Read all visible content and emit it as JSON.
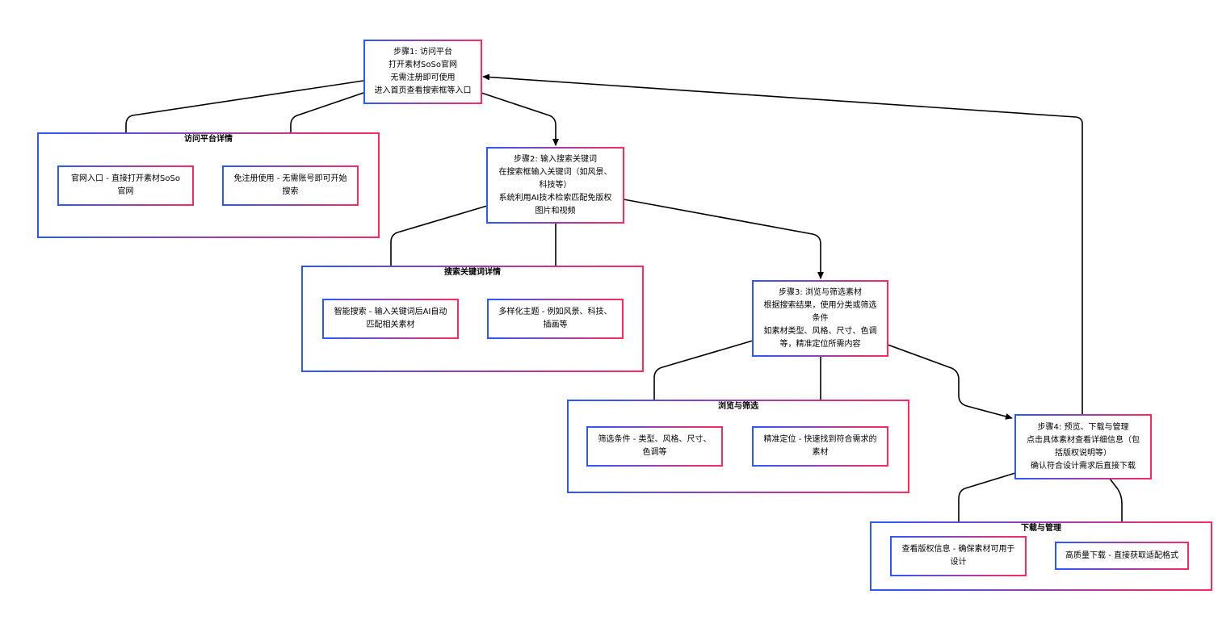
{
  "steps": {
    "step1": [
      "步骤1: 访问平台",
      "打开素材SoSo官网",
      "无需注册即可使用",
      "进入首页查看搜索框等入口"
    ],
    "step2": [
      "步骤2: 输入搜索关键词",
      "在搜索框输入关键词（如风景、",
      "科技等）",
      "系统利用AI技术检索匹配免版权",
      "图片和视频"
    ],
    "step3": [
      "步骤3: 浏览与筛选素材",
      "根据搜索结果，使用分类或筛选",
      "条件",
      "如素材类型、风格、尺寸、色调",
      "等，精准定位所需内容"
    ],
    "step4": [
      "步骤4: 预览、下载与管理",
      "点击具体素材查看详细信息（包",
      "括版权说明等）",
      "确认符合设计需求后直接下载"
    ]
  },
  "groups": {
    "g1": {
      "title": "访问平台详情",
      "items": [
        [
          "官网入口 - 直接打开素材SoSo",
          "官网"
        ],
        [
          "免注册使用 - 无需账号即可开始",
          "搜索"
        ]
      ]
    },
    "g2": {
      "title": "搜索关键词详情",
      "items": [
        [
          "智能搜索 - 输入关键词后AI自动",
          "匹配相关素材"
        ],
        [
          "多样化主题 - 例如风景、科技、",
          "插画等"
        ]
      ]
    },
    "g3": {
      "title": "浏览与筛选",
      "items": [
        [
          "筛选条件 - 类型、风格、尺寸、",
          "色调等"
        ],
        [
          "精准定位 - 快速找到符合需求的",
          "素材"
        ]
      ]
    },
    "g4": {
      "title": "下载与管理",
      "items": [
        [
          "查看版权信息 - 确保素材可用于",
          "设计"
        ],
        [
          "高质量下载 - 直接获取适配格式"
        ]
      ]
    }
  },
  "colors": {
    "border_start": "#2b57ff",
    "border_end": "#ff2a5f",
    "edge": "#000000"
  }
}
